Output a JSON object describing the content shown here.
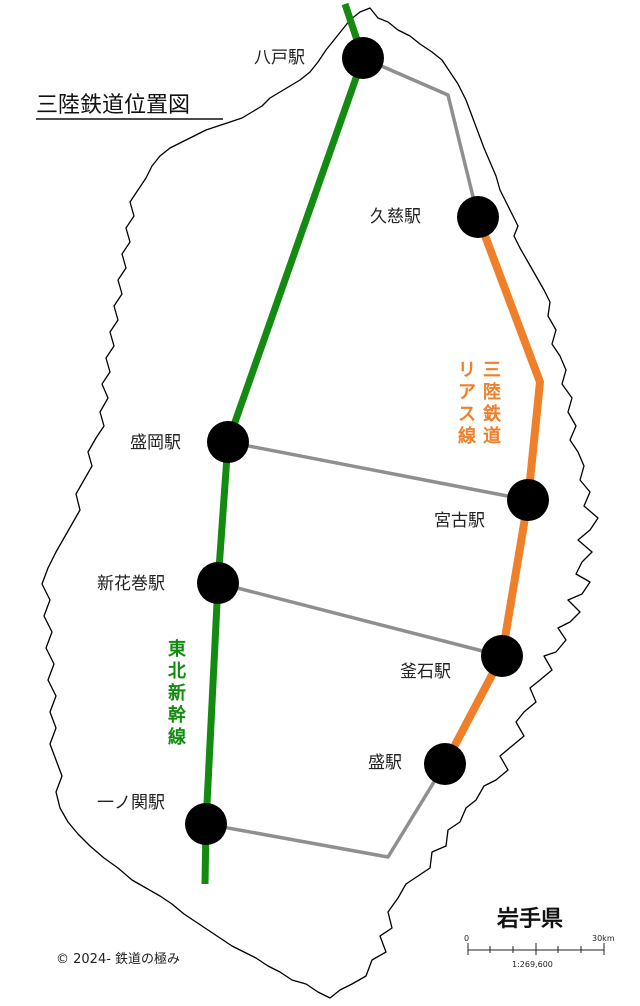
{
  "title": "三陸鉄道位置図",
  "prefecture": "岩手県",
  "copyright": "© 2024- 鉄道の極み",
  "colors": {
    "shinkansen": "#138a10",
    "sanriku": "#f07f2a",
    "connector": "#8f8f8f",
    "station": "#000000",
    "coast": "#000000"
  },
  "stations": [
    {
      "id": "hachinohe",
      "name": "八戸駅"
    },
    {
      "id": "kuji",
      "name": "久慈駅"
    },
    {
      "id": "morioka",
      "name": "盛岡駅"
    },
    {
      "id": "miyako",
      "name": "宮古駅"
    },
    {
      "id": "shin-hanamaki",
      "name": "新花巻駅"
    },
    {
      "id": "kamaishi",
      "name": "釜石駅"
    },
    {
      "id": "sakari",
      "name": "盛駅"
    },
    {
      "id": "ichinoseki",
      "name": "一ノ関駅"
    }
  ],
  "lines": {
    "tohoku_shinkansen": {
      "label": [
        "東",
        "北",
        "新",
        "幹",
        "線"
      ]
    },
    "sanriku_rias": {
      "label_col1": [
        "三",
        "陸",
        "鉄",
        "道"
      ],
      "label_col2": [
        "リ",
        "ア",
        "ス",
        "線"
      ]
    }
  },
  "scale": {
    "start": "0",
    "end": "30km",
    "ratio": "1:269,600"
  }
}
